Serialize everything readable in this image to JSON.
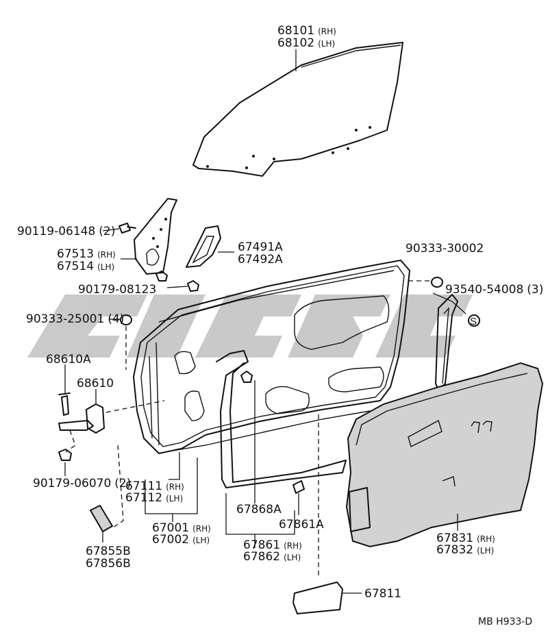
{
  "parts": {
    "p68101": {
      "num": "68101",
      "side": "(RH)"
    },
    "p68102": {
      "num": "68102",
      "side": "(LH)"
    },
    "p90119": {
      "num": "90119-06148",
      "qty": "(2)"
    },
    "p67513": {
      "num": "67513",
      "side": "(RH)"
    },
    "p67514": {
      "num": "67514",
      "side": "(LH)"
    },
    "p67491A": {
      "num": "67491A"
    },
    "p67492A": {
      "num": "67492A"
    },
    "p90333_30002": {
      "num": "90333-30002"
    },
    "p90179_08123": {
      "num": "90179-08123"
    },
    "p93540": {
      "num": "93540-54008",
      "qty": "(3)"
    },
    "p90333_25001": {
      "num": "90333-25001",
      "qty": "(4)"
    },
    "p68610A": {
      "num": "68610A"
    },
    "p68610": {
      "num": "68610"
    },
    "p90179_06070": {
      "num": "90179-06070",
      "qty": "(2)"
    },
    "p67111": {
      "num": "67111",
      "side": "(RH)"
    },
    "p67112": {
      "num": "67112",
      "side": "(LH)"
    },
    "p67868A": {
      "num": "67868A"
    },
    "p67861A": {
      "num": "67861A"
    },
    "p67001": {
      "num": "67001",
      "side": "(RH)"
    },
    "p67002": {
      "num": "67002",
      "side": "(LH)"
    },
    "p67831": {
      "num": "67831",
      "side": "(RH)"
    },
    "p67832": {
      "num": "67832",
      "side": "(LH)"
    },
    "p67855B": {
      "num": "67855B"
    },
    "p67856B": {
      "num": "67856B"
    },
    "p67861": {
      "num": "67861",
      "side": "(RH)"
    },
    "p67862": {
      "num": "67862",
      "side": "(LH)"
    },
    "p67811": {
      "num": "67811"
    }
  },
  "clip_marker": "S",
  "footer": {
    "code": "MB  H933-D"
  },
  "colors": {
    "line": "#111111",
    "watermark": "#c4c4c4",
    "shade": "#d2d2d2"
  }
}
